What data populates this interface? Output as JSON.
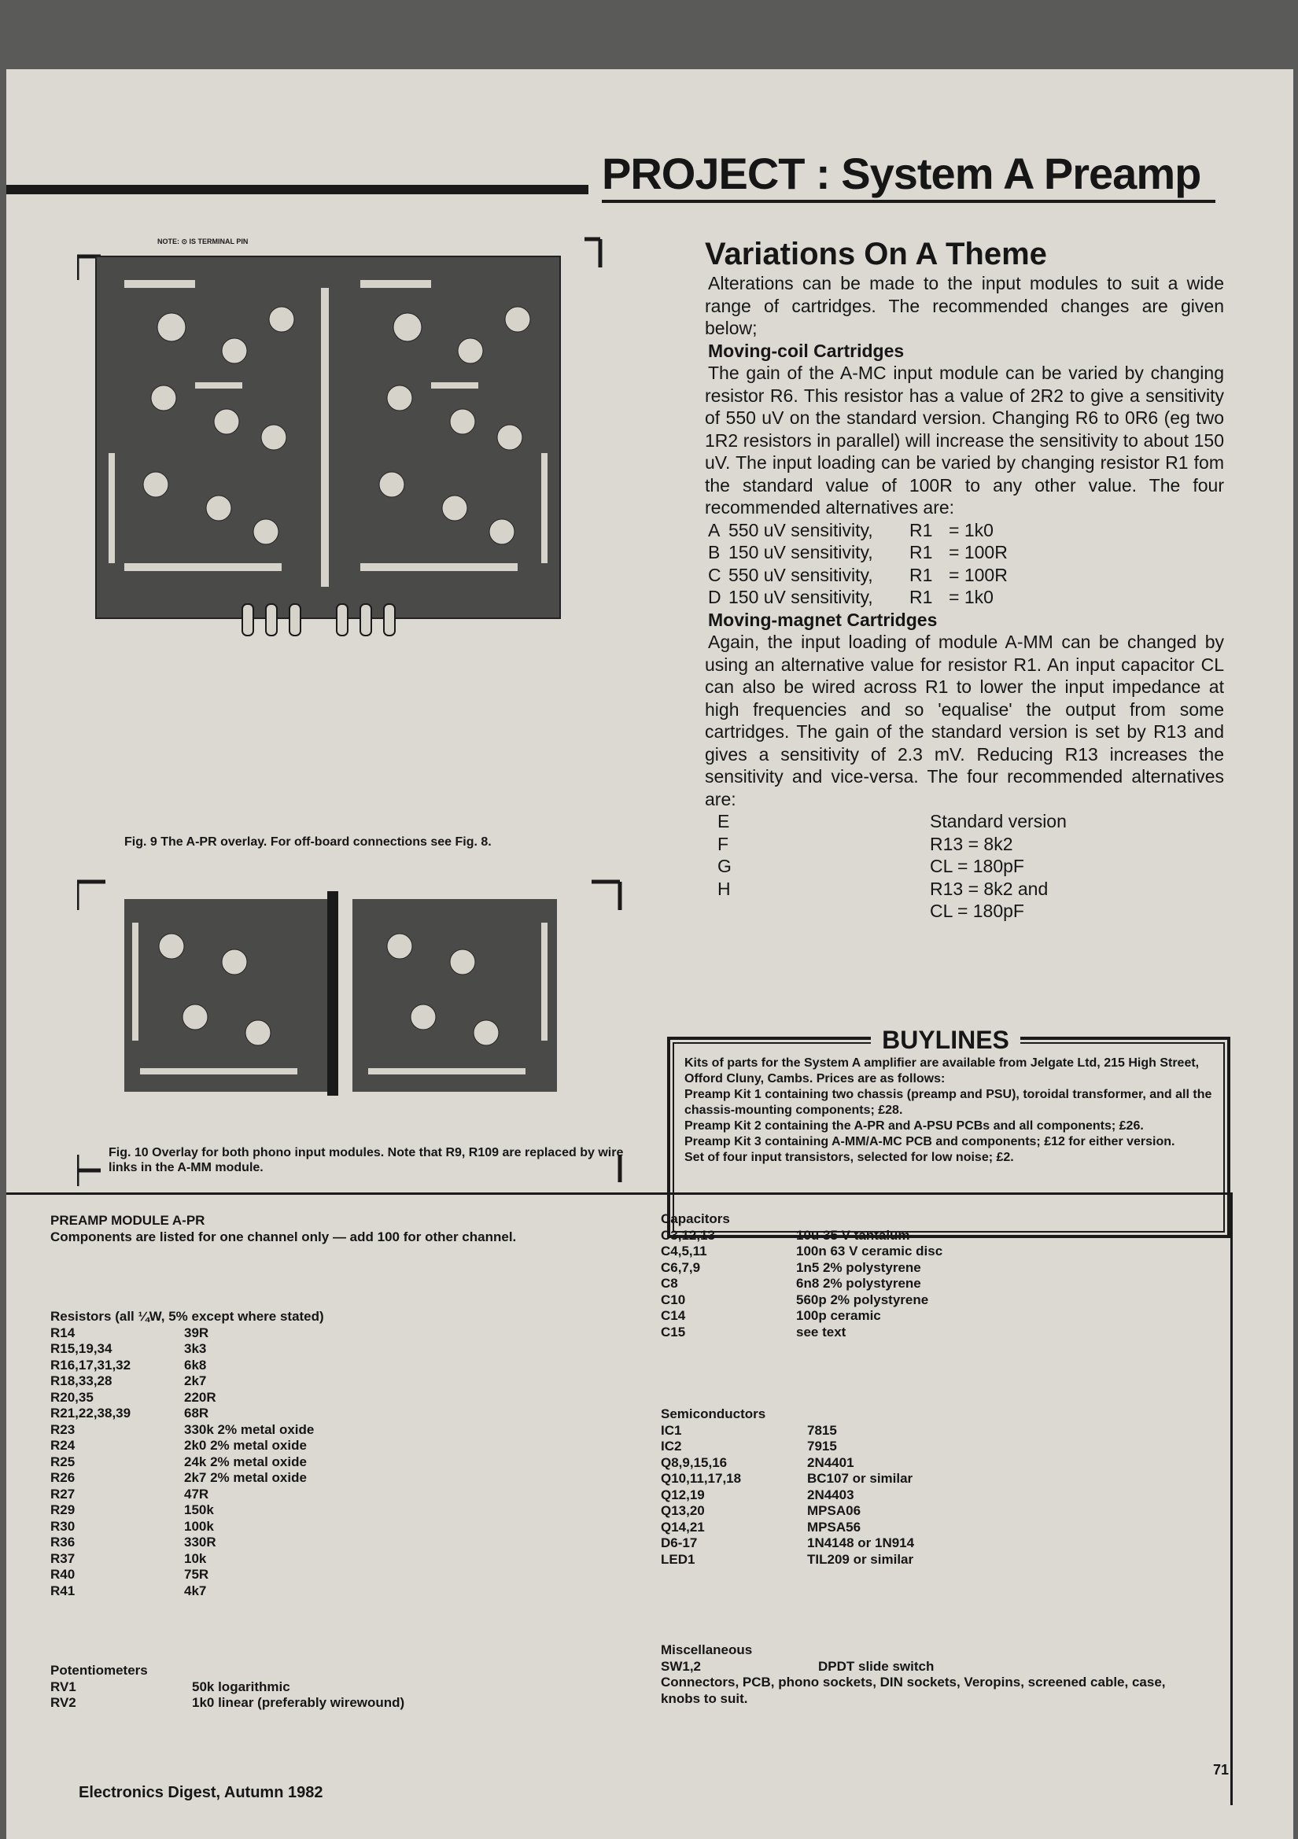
{
  "header": {
    "title": "PROJECT : System A Preamp"
  },
  "fig9": {
    "note": "NOTE: ⊙ IS TERMINAL PIN",
    "caption": "Fig. 9 The A-PR overlay. For off-board connections see Fig. 8."
  },
  "fig10": {
    "caption": "Fig. 10 Overlay for both phono input modules. Note that R9, R109 are replaced by wire links in the A-MM module."
  },
  "article": {
    "title": "Variations On A Theme",
    "intro": "Alterations can be made to the input modules to suit a wide range of cartridges. The recommended changes are given below;",
    "mc_heading": "Moving-coil Cartridges",
    "mc_text": "The gain of the A-MC input module can be varied by changing resistor R6. This resistor has a value of 2R2 to give a sensitivity of 550 uV on the standard version. Changing R6 to 0R6 (eg two 1R2 resistors in parallel) will increase the sensitivity to about 150 uV. The input loading can be varied by changing resistor R1 fom the standard value of 100R to any other value. The four recommended alternatives are:",
    "mc_alternatives": [
      {
        "letter": "A",
        "sens": "550 uV sensitivity,",
        "res": "R1",
        "val": "= 1k0"
      },
      {
        "letter": "B",
        "sens": "150 uV sensitivity,",
        "res": "R1",
        "val": "= 100R"
      },
      {
        "letter": "C",
        "sens": "550 uV sensitivity,",
        "res": "R1",
        "val": "= 100R"
      },
      {
        "letter": "D",
        "sens": "150 uV sensitivity,",
        "res": "R1",
        "val": "= 1k0"
      }
    ],
    "mm_heading": "Moving-magnet Cartridges",
    "mm_text": "Again, the input loading of module A-MM can be changed by using an alternative value for resistor R1. An input capacitor CL can also be wired across R1 to lower the input impedance at high frequencies and so 'equalise' the output from some cartridges. The gain of the standard version is set by R13 and gives a sensitivity of 2.3 mV. Reducing R13 increases the sensitivity and vice-versa. The four recommended alternatives are:",
    "mm_alternatives": [
      {
        "letter": "E",
        "value": "Standard version"
      },
      {
        "letter": "F",
        "value": "R13 = 8k2"
      },
      {
        "letter": "G",
        "value": "CL = 180pF"
      },
      {
        "letter": "H",
        "value": "R13 = 8k2 and"
      },
      {
        "letter": "",
        "value": "CL = 180pF"
      }
    ]
  },
  "buylines": {
    "title": "BUYLINES",
    "lines": [
      "Kits of parts for the System A amplifier are available from Jelgate Ltd, 215 High Street, Offord Cluny, Cambs. Prices are as follows:",
      "Preamp Kit 1 containing two chassis (preamp and PSU), toroidal transformer, and all the chassis-mounting components; £28.",
      "Preamp Kit 2 containing the A-PR and A-PSU PCBs and all components; £26.",
      "Preamp Kit 3 containing A-MM/A-MC PCB and components; £12 for either version.",
      "Set of four input transistors, selected for low noise; £2."
    ]
  },
  "parts": {
    "module_title": "PREAMP MODULE A-PR",
    "module_note": "Components are listed for one channel only — add 100 for other channel.",
    "resistors_heading": "Resistors (all ¼W, 5% except where stated)",
    "resistors": [
      [
        "R14",
        "39R"
      ],
      [
        "R15,19,34",
        "3k3"
      ],
      [
        "R16,17,31,32",
        "6k8"
      ],
      [
        "R18,33,28",
        "2k7"
      ],
      [
        "R20,35",
        "220R"
      ],
      [
        "R21,22,38,39",
        "68R"
      ],
      [
        "R23",
        "330k 2% metal oxide"
      ],
      [
        "R24",
        "2k0 2% metal oxide"
      ],
      [
        "R25",
        "24k 2% metal oxide"
      ],
      [
        "R26",
        "2k7 2% metal oxide"
      ],
      [
        "R27",
        "47R"
      ],
      [
        "R29",
        "150k"
      ],
      [
        "R30",
        "100k"
      ],
      [
        "R36",
        "330R"
      ],
      [
        "R37",
        "10k"
      ],
      [
        "R40",
        "75R"
      ],
      [
        "R41",
        "4k7"
      ]
    ],
    "pots_heading": "Potentiometers",
    "pots": [
      [
        "RV1",
        "50k logarithmic"
      ],
      [
        "RV2",
        "1k0 linear (preferably wirewound)"
      ]
    ],
    "caps_heading": "Capacitors",
    "caps": [
      [
        "C3,12,13",
        "10u 35 V tantalum"
      ],
      [
        "C4,5,11",
        "100n 63 V ceramic disc"
      ],
      [
        "C6,7,9",
        "1n5 2% polystyrene"
      ],
      [
        "C8",
        "6n8 2% polystyrene"
      ],
      [
        "C10",
        "560p 2% polystyrene"
      ],
      [
        "C14",
        "100p ceramic"
      ],
      [
        "C15",
        "see text"
      ]
    ],
    "semis_heading": "Semiconductors",
    "semis": [
      [
        "IC1",
        "7815"
      ],
      [
        "IC2",
        "7915"
      ],
      [
        "Q8,9,15,16",
        "2N4401"
      ],
      [
        "Q10,11,17,18",
        "BC107 or similar"
      ],
      [
        "Q12,19",
        "2N4403"
      ],
      [
        "Q13,20",
        "MPSA06"
      ],
      [
        "Q14,21",
        "MPSA56"
      ],
      [
        "D6-17",
        "1N4148 or 1N914"
      ],
      [
        "LED1",
        "TIL209 or similar"
      ]
    ],
    "misc_heading": "Miscellaneous",
    "misc": [
      [
        "SW1,2",
        "DPDT slide switch"
      ]
    ],
    "misc_note": "Connectors, PCB, phono sockets, DIN sockets, Veropins, screened cable, case, knobs to suit."
  },
  "footer": {
    "publication": "Electronics Digest, Autumn 1982",
    "page": "71"
  }
}
